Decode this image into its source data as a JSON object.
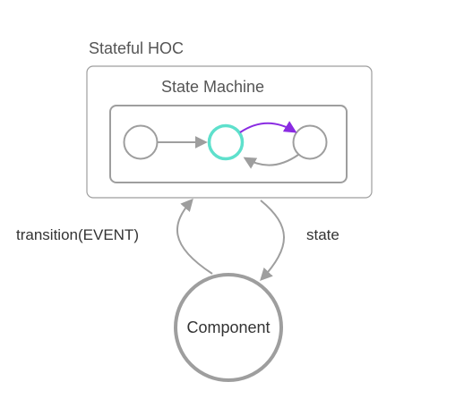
{
  "diagram": {
    "outer_box_label": "Stateful HOC",
    "inner_box_label": "State Machine",
    "component_label": "Component",
    "left_edge_label": "transition(EVENT)",
    "right_edge_label": "state"
  },
  "colors": {
    "stroke": "#9e9e9e",
    "active_state": "#5ee0cc",
    "active_transition": "#8a2be2",
    "text": "#555555"
  }
}
